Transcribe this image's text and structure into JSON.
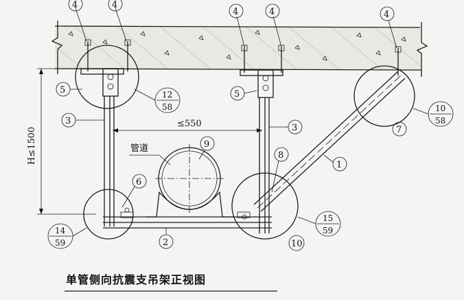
{
  "labels": {
    "num_1": "1",
    "num_2": "2",
    "num_3": "3",
    "num_4": "4",
    "num_5": "5",
    "num_6": "6",
    "num_7": "7",
    "num_8": "8",
    "num_9": "9",
    "num_10": "10"
  },
  "detail_refs": [
    {
      "top": "12",
      "bottom": "58"
    },
    {
      "top": "10",
      "bottom": "58"
    },
    {
      "top": "14",
      "bottom": "59"
    },
    {
      "top": "15",
      "bottom": "59"
    }
  ],
  "dimensions": {
    "width": "≤550",
    "height": "H≤1500"
  },
  "pipe_label": "管道",
  "title": "单管侧向抗震支吊架正视图"
}
